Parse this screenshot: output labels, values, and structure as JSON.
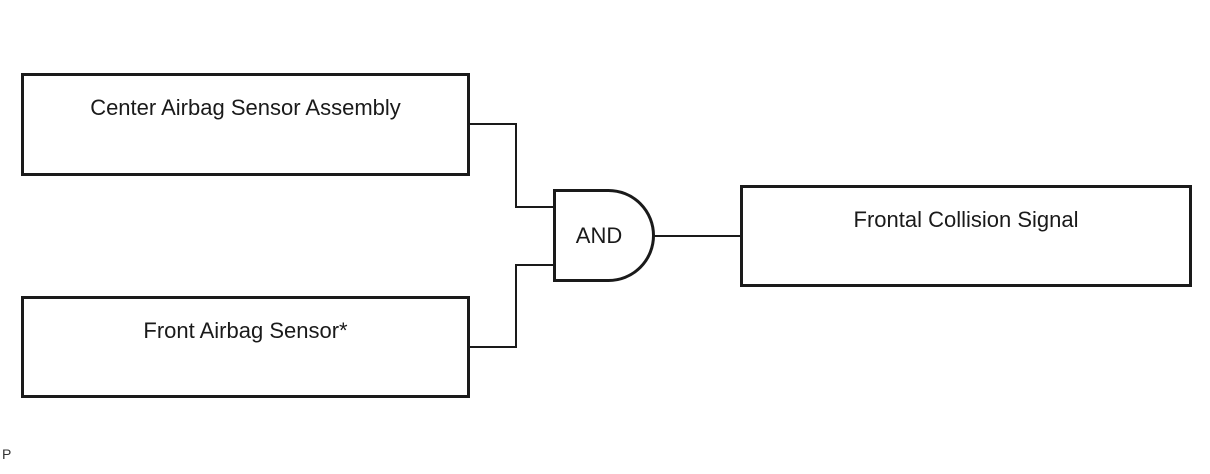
{
  "diagram": {
    "type": "logic-gate-block-diagram",
    "inputs": [
      {
        "label": "Center Airbag Sensor Assembly"
      },
      {
        "label": "Front Airbag Sensor*"
      }
    ],
    "gate": {
      "label": "AND",
      "type": "AND"
    },
    "output": {
      "label": "Frontal Collision Signal"
    },
    "footer": {
      "label": "P"
    },
    "colors": {
      "line": "#1a1a1a",
      "background": "#ffffff",
      "text": "#1a1a1a"
    }
  }
}
